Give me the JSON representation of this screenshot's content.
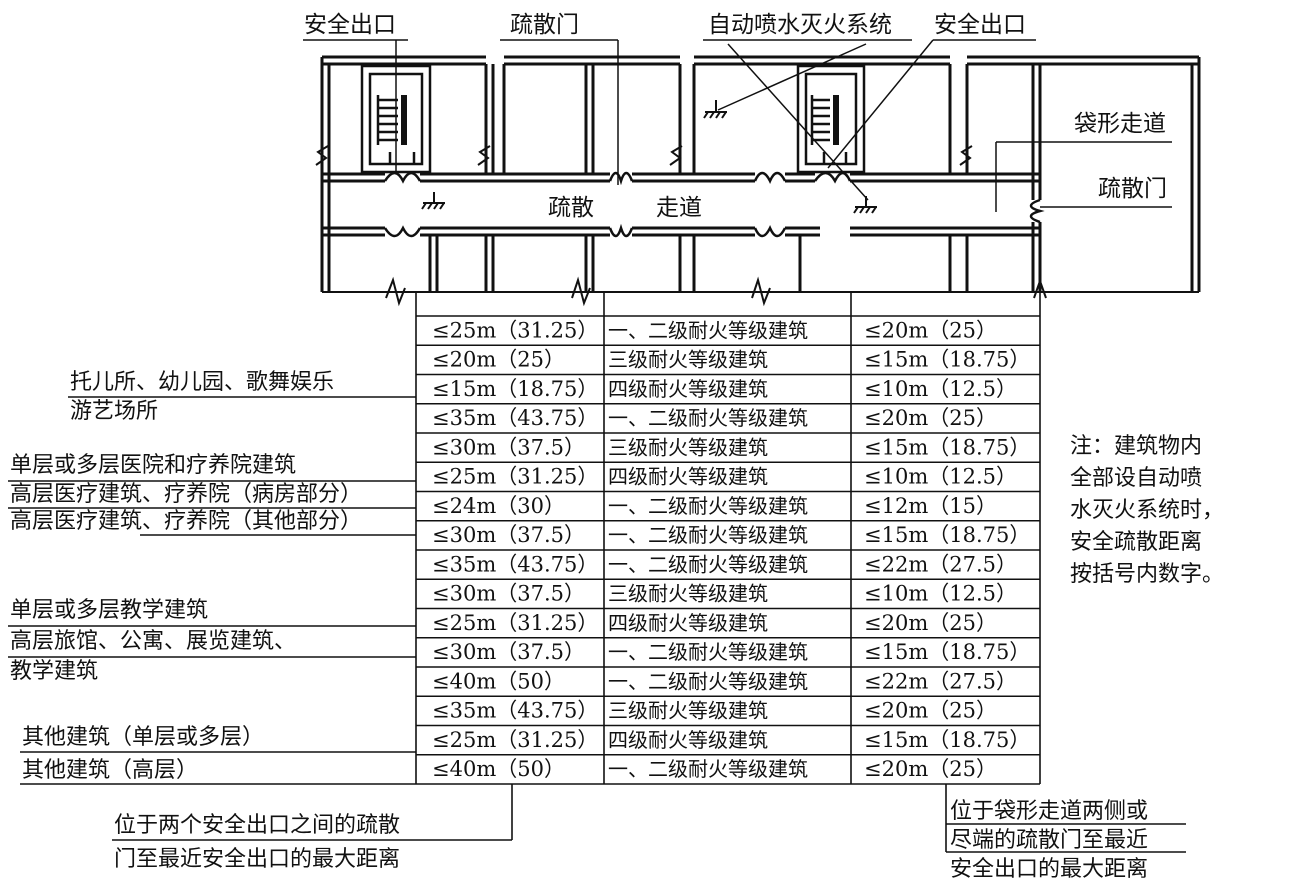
{
  "plan": {
    "exit_left": "安全出口",
    "door_top": "疏散门",
    "sprinkler": "自动喷水灭火系统",
    "exit_right": "安全出口",
    "corridor_a": "疏散",
    "corridor_b": "走道",
    "dead_end": "袋形走道",
    "door_right": "疏散门"
  },
  "categories": [
    {
      "id": "nursery",
      "lines": [
        "托儿所、幼儿园、歌舞娱乐",
        "游艺场所"
      ]
    },
    {
      "id": "hospital-low",
      "lines": [
        "单层或多层医院和疗养院建筑"
      ]
    },
    {
      "id": "hospital-high-ward",
      "lines": [
        "高层医疗建筑、疗养院（病房部分）"
      ]
    },
    {
      "id": "hospital-high-other",
      "lines": [
        "高层医疗建筑、疗养院（其他部分）"
      ]
    },
    {
      "id": "school-low",
      "lines": [
        "单层或多层教学建筑"
      ]
    },
    {
      "id": "hotel-high",
      "lines": [
        "高层旅馆、公寓、展览建筑、",
        "教学建筑"
      ]
    },
    {
      "id": "other-low",
      "lines": [
        "其他建筑（单层或多层）"
      ]
    },
    {
      "id": "other-high",
      "lines": [
        "其他建筑（高层）"
      ]
    }
  ],
  "rows": [
    {
      "between": "≤25m（31.25）",
      "grade": "一、二级耐火等级建筑",
      "dead_end": "≤20m（25）"
    },
    {
      "between": "≤20m（25）",
      "grade": "三级耐火等级建筑",
      "dead_end": "≤15m（18.75）"
    },
    {
      "between": "≤15m（18.75）",
      "grade": "四级耐火等级建筑",
      "dead_end": "≤10m（12.5）"
    },
    {
      "between": "≤35m（43.75）",
      "grade": "一、二级耐火等级建筑",
      "dead_end": "≤20m（25）"
    },
    {
      "between": "≤30m（37.5）",
      "grade": "三级耐火等级建筑",
      "dead_end": "≤15m（18.75）"
    },
    {
      "between": "≤25m（31.25）",
      "grade": "四级耐火等级建筑",
      "dead_end": "≤10m（12.5）"
    },
    {
      "between": "≤24m（30）",
      "grade": "一、二级耐火等级建筑",
      "dead_end": "≤12m（15）"
    },
    {
      "between": "≤30m（37.5）",
      "grade": "一、二级耐火等级建筑",
      "dead_end": "≤15m（18.75）"
    },
    {
      "between": "≤35m（43.75）",
      "grade": "一、二级耐火等级建筑",
      "dead_end": "≤22m（27.5）"
    },
    {
      "between": "≤30m（37.5）",
      "grade": "三级耐火等级建筑",
      "dead_end": "≤10m（12.5）"
    },
    {
      "between": "≤25m（31.25）",
      "grade": "四级耐火等级建筑",
      "dead_end": "≤20m（25）"
    },
    {
      "between": "≤30m（37.5）",
      "grade": "一、二级耐火等级建筑",
      "dead_end": "≤15m（18.75）"
    },
    {
      "between": "≤40m（50）",
      "grade": "一、二级耐火等级建筑",
      "dead_end": "≤22m（27.5）"
    },
    {
      "between": "≤35m（43.75）",
      "grade": "三级耐火等级建筑",
      "dead_end": "≤20m（25）"
    },
    {
      "between": "≤25m（31.25）",
      "grade": "四级耐火等级建筑",
      "dead_end": "≤15m（18.75）"
    },
    {
      "between": "≤40m（50）",
      "grade": "一、二级耐火等级建筑",
      "dead_end": "≤20m（25）"
    }
  ],
  "note": {
    "lines": [
      "注：建筑物内",
      "全部设自动喷",
      "水灭火系统时，",
      "安全疏散距离",
      "按括号内数字。"
    ]
  },
  "footer": {
    "left": [
      "位于两个安全出口之间的疏散",
      "门至最近安全出口的最大距离"
    ],
    "right": [
      "位于袋形走道两侧或",
      "尽端的疏散门至最近",
      "安全出口的最大距离"
    ]
  }
}
